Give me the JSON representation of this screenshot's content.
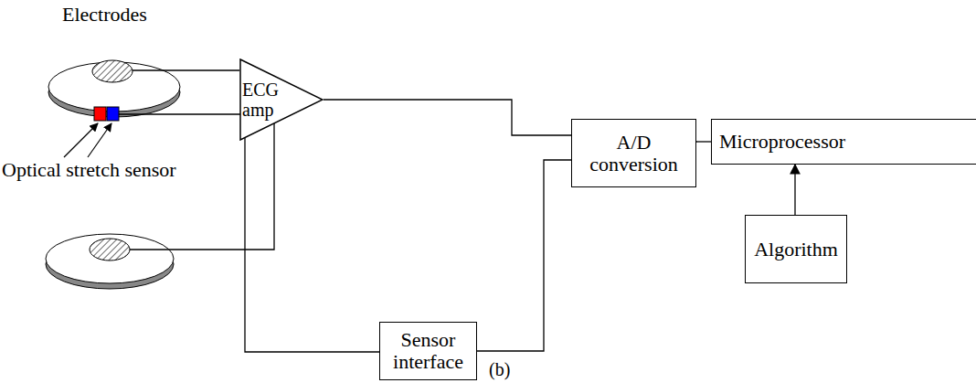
{
  "diagram": {
    "caption": "(b)",
    "nodes": [
      {
        "text": [
          "ECG amp"
        ]
      },
      {
        "text": [
          "A/D conversion"
        ]
      },
      {
        "text": [
          "Microprocessor"
        ]
      },
      {
        "text": [
          "Algorithm"
        ]
      },
      {
        "text": [
          "Sensor interface"
        ]
      }
    ],
    "edges": [
      {
        "from": 0,
        "to": 1,
        "arrow": "none"
      },
      {
        "from": 4,
        "to": 1,
        "arrow": "none"
      },
      {
        "from": 1,
        "to": 2,
        "arrow": "none"
      },
      {
        "from": 3,
        "to": 2,
        "arrow": "to"
      }
    ],
    "labels": [
      "Electrodes",
      "Optical stretch sensor"
    ]
  }
}
